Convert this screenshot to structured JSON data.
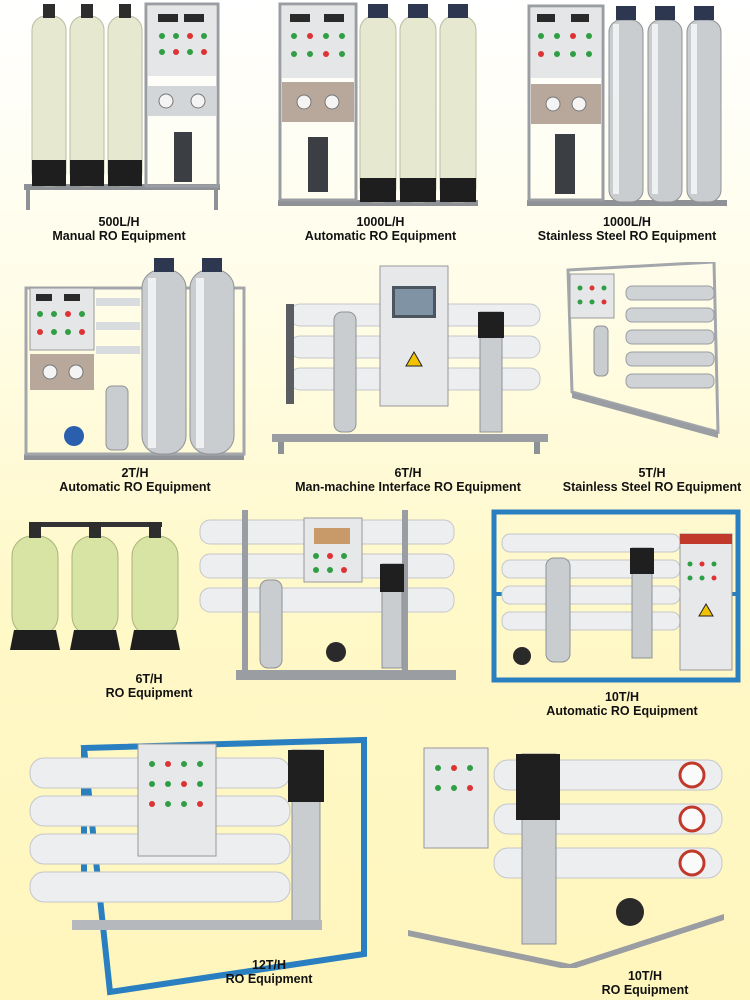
{
  "products": [
    {
      "capacity": "500L/H",
      "name": "Manual RO Equipment"
    },
    {
      "capacity": "1000L/H",
      "name": "Automatic RO Equipment"
    },
    {
      "capacity": "1000L/H",
      "name": "Stainless Steel RO Equipment"
    },
    {
      "capacity": "2T/H",
      "name": "Automatic RO Equipment"
    },
    {
      "capacity": "6T/H",
      "name": "Man-machine Interface RO Equipment"
    },
    {
      "capacity": "5T/H",
      "name": "Stainless Steel RO Equipment"
    },
    {
      "capacity": "6T/H",
      "name": "RO Equipment"
    },
    {
      "capacity": "10T/H",
      "name": "Automatic RO Equipment"
    },
    {
      "capacity": "12T/H",
      "name": "RO Equipment"
    },
    {
      "capacity": "10T/H",
      "name": "RO Equipment"
    }
  ],
  "colors": {
    "frp_tank": "#e9ecd2",
    "steel": "#c6cacd",
    "blue_frame": "#2a7fc0",
    "membrane": "#eceef0",
    "cabinet": "#d9dcde"
  }
}
